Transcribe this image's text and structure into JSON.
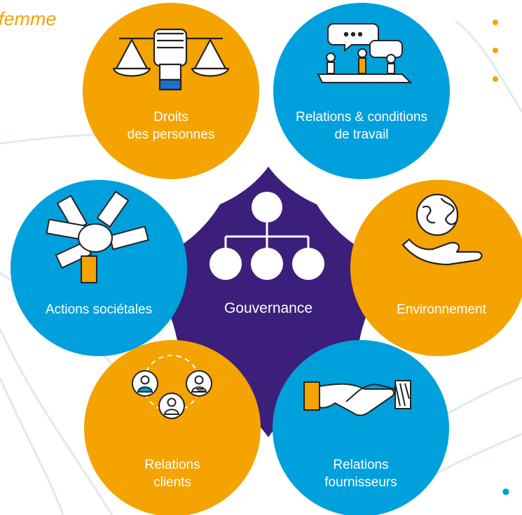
{
  "colors": {
    "orange": "#f4a300",
    "blue": "#00a0dc",
    "purple": "#3b1f7a",
    "white": "#ffffff"
  },
  "header_fragment": "femme",
  "right_bullets": [
    "• ",
    "• ",
    "• "
  ],
  "bottom_bullet": "•",
  "center": {
    "label": "Gouvernance",
    "icon": "org-chart-icon"
  },
  "nodes": [
    {
      "id": "droits",
      "line1": "Droits",
      "line2": "des personnes",
      "icon": "scales-fist-icon"
    },
    {
      "id": "relations-travail",
      "line1": "Relations & conditions",
      "line2": "de travail",
      "icon": "meeting-table-icon"
    },
    {
      "id": "environnement",
      "line1": "Environnement",
      "line2": "",
      "icon": "globe-hand-icon"
    },
    {
      "id": "fournisseurs",
      "line1": "Relations",
      "line2": "fournisseurs",
      "icon": "handshake-icon"
    },
    {
      "id": "clients",
      "line1": "Relations",
      "line2": "clients",
      "icon": "people-icon"
    },
    {
      "id": "societales",
      "line1": "Actions sociétales",
      "line2": "",
      "icon": "joined-hands-icon"
    }
  ]
}
